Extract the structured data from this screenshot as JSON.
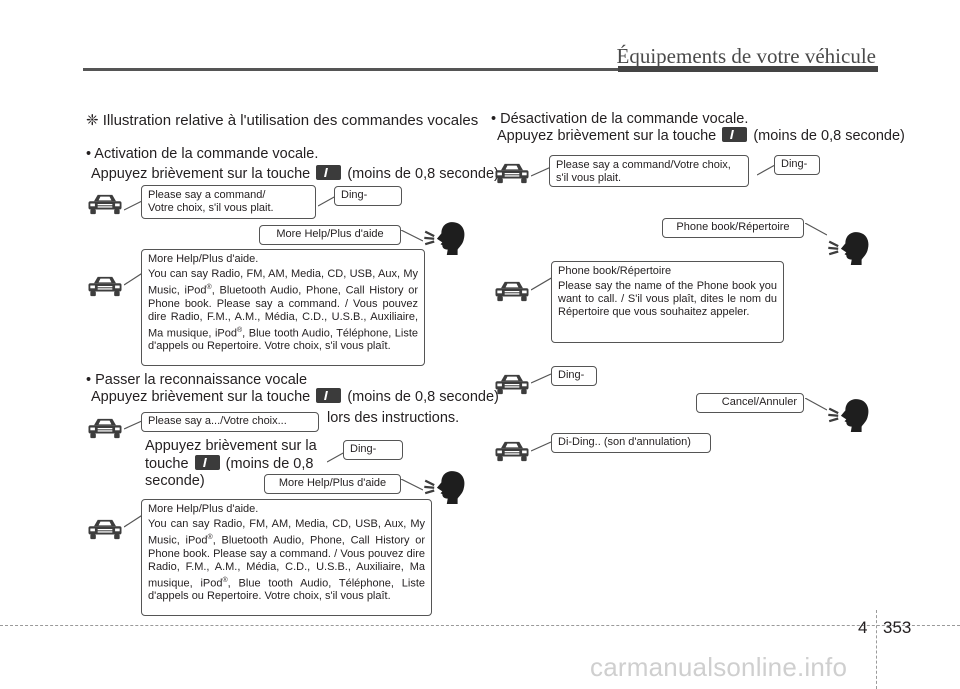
{
  "header": {
    "title": "Équipements de votre véhicule"
  },
  "left": {
    "illustration_title": "❈ Illustration relative à l'utilisation des commandes vocales",
    "activation": {
      "bullet": "• Activation de la commande vocale.",
      "instr_before": "Appuyez brièvement sur la touche",
      "instr_after": "(moins de 0,8 seconde)"
    },
    "bubble_say_command": {
      "line1": "Please say a command/",
      "line2": "Votre choix, s'il vous plait."
    },
    "ding1": "Ding-",
    "more_help_pill1": "More Help/Plus d'aide",
    "help_bubble1": {
      "head": "More Help/Plus d'aide.",
      "p1": "You can say Radio, FM, AM, Media, CD, USB, Aux, My Music, iPod",
      "p2": ", Bluetooth Audio, Phone, Call History or Phone book. Please say a command. / Vous pouvez dire Radio, F.M., A.M., Média, C.D., U.S.B., Auxiliaire, Ma musique, iPod",
      "p3": ", Blue tooth Audio, Téléphone, Liste d'appels ou Repertoire. Votre choix, s'il vous plaît."
    },
    "skip": {
      "bullet": "• Passer la reconnaissance vocale",
      "instr_before": "Appuyez brièvement sur la touche",
      "instr_after": "(moins de 0,8 seconde)",
      "during": "lors des instructions."
    },
    "bubble_say_short": "Please say a.../Votre choix...",
    "skip_note": {
      "l1": "Appuyez brièvement sur la",
      "l2_before": "touche",
      "l2_after": "(moins de 0,8",
      "l3": "seconde)"
    },
    "ding2": "Ding-",
    "more_help_pill2": "More Help/Plus d'aide",
    "help_bubble2": {
      "head": "More Help/Plus d'aide.",
      "p1": "You can say Radio, FM, AM, Media, CD, USB, Aux, My Music, iPod",
      "p2": ", Bluetooth Audio, Phone, Call History or Phone book. Please say a command. / Vous pouvez dire Radio, F.M., A.M., Média, C.D., U.S.B., Auxiliaire, Ma musique, iPod",
      "p3": ", Blue tooth Audio, Téléphone, Liste d'appels ou Repertoire. Votre choix, s'il vous plaît."
    },
    "registered": "®"
  },
  "right": {
    "deactivation": {
      "bullet": "• Désactivation de la commande vocale.",
      "instr_before": "Appuyez brièvement sur la touche",
      "instr_after": "(moins de 0,8 seconde)"
    },
    "bubble_say_command": {
      "line1": "Please say a command/Votre choix,",
      "line2": "s'il vous plait."
    },
    "ding1": "Ding-",
    "phonebook_pill": "Phone book/Répertoire",
    "phonebook_bubble": {
      "head": "Phone book/Répertoire",
      "body": "Please say the name of the Phone book you want to call. / S'il vous plaît, dites le nom du Répertoire que vous souhaitez appeler."
    },
    "ding2": "Ding-",
    "cancel_pill": "Cancel/Annuler",
    "diding": "Di-Ding.. (son d'annulation)"
  },
  "footer": {
    "chapter": "4",
    "page": "353",
    "watermark": "carmanualsonline.info"
  }
}
